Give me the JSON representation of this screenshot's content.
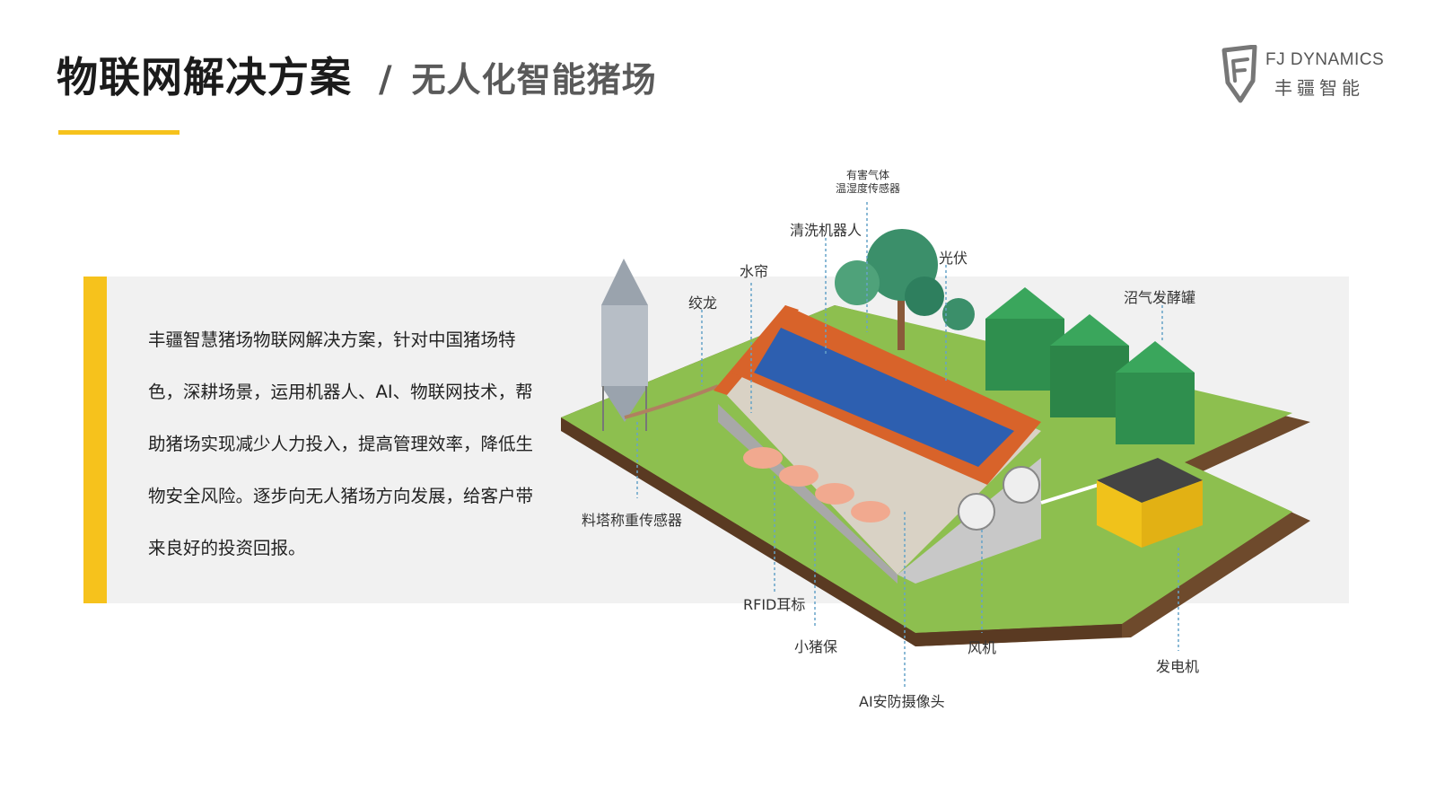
{
  "header": {
    "title": "物联网解决方案",
    "separator": "/",
    "subtitle": "无人化智能猪场"
  },
  "logo": {
    "en": "FJ DYNAMICS",
    "cn": "丰疆智能"
  },
  "description": "丰疆智慧猪场物联网解决方案，针对中国猪场特色，深耕场景，运用机器人、AI、物联网技术，帮助猪场实现减少人力投入，提高管理效率，降低生物安全风险。逐步向无人猪场方向发展，给客户带来良好的投资回报。",
  "labels": {
    "gas_sensor_line1": "有害气体",
    "gas_sensor_line2": "温湿度传感器",
    "cleaning_robot": "清洗机器人",
    "solar": "光伏",
    "water_curtain": "水帘",
    "auger": "绞龙",
    "biogas_tank": "沼气发酵罐",
    "feed_tower_sensor": "料塔称重传感器",
    "rfid_tag": "RFID耳标",
    "piglet_heater": "小猪保",
    "fan": "风机",
    "generator": "发电机",
    "ai_camera": "AI安防摄像头"
  },
  "colors": {
    "accent": "#f6c21c",
    "title": "#1b1b1b",
    "panel": "#f1f1f1",
    "grass": "#8dbf4f",
    "roof": "#d8632a",
    "solar": "#2d5fb0",
    "tank": "#2f8f4e"
  },
  "icons": [
    "fj-shield-logo-icon"
  ]
}
